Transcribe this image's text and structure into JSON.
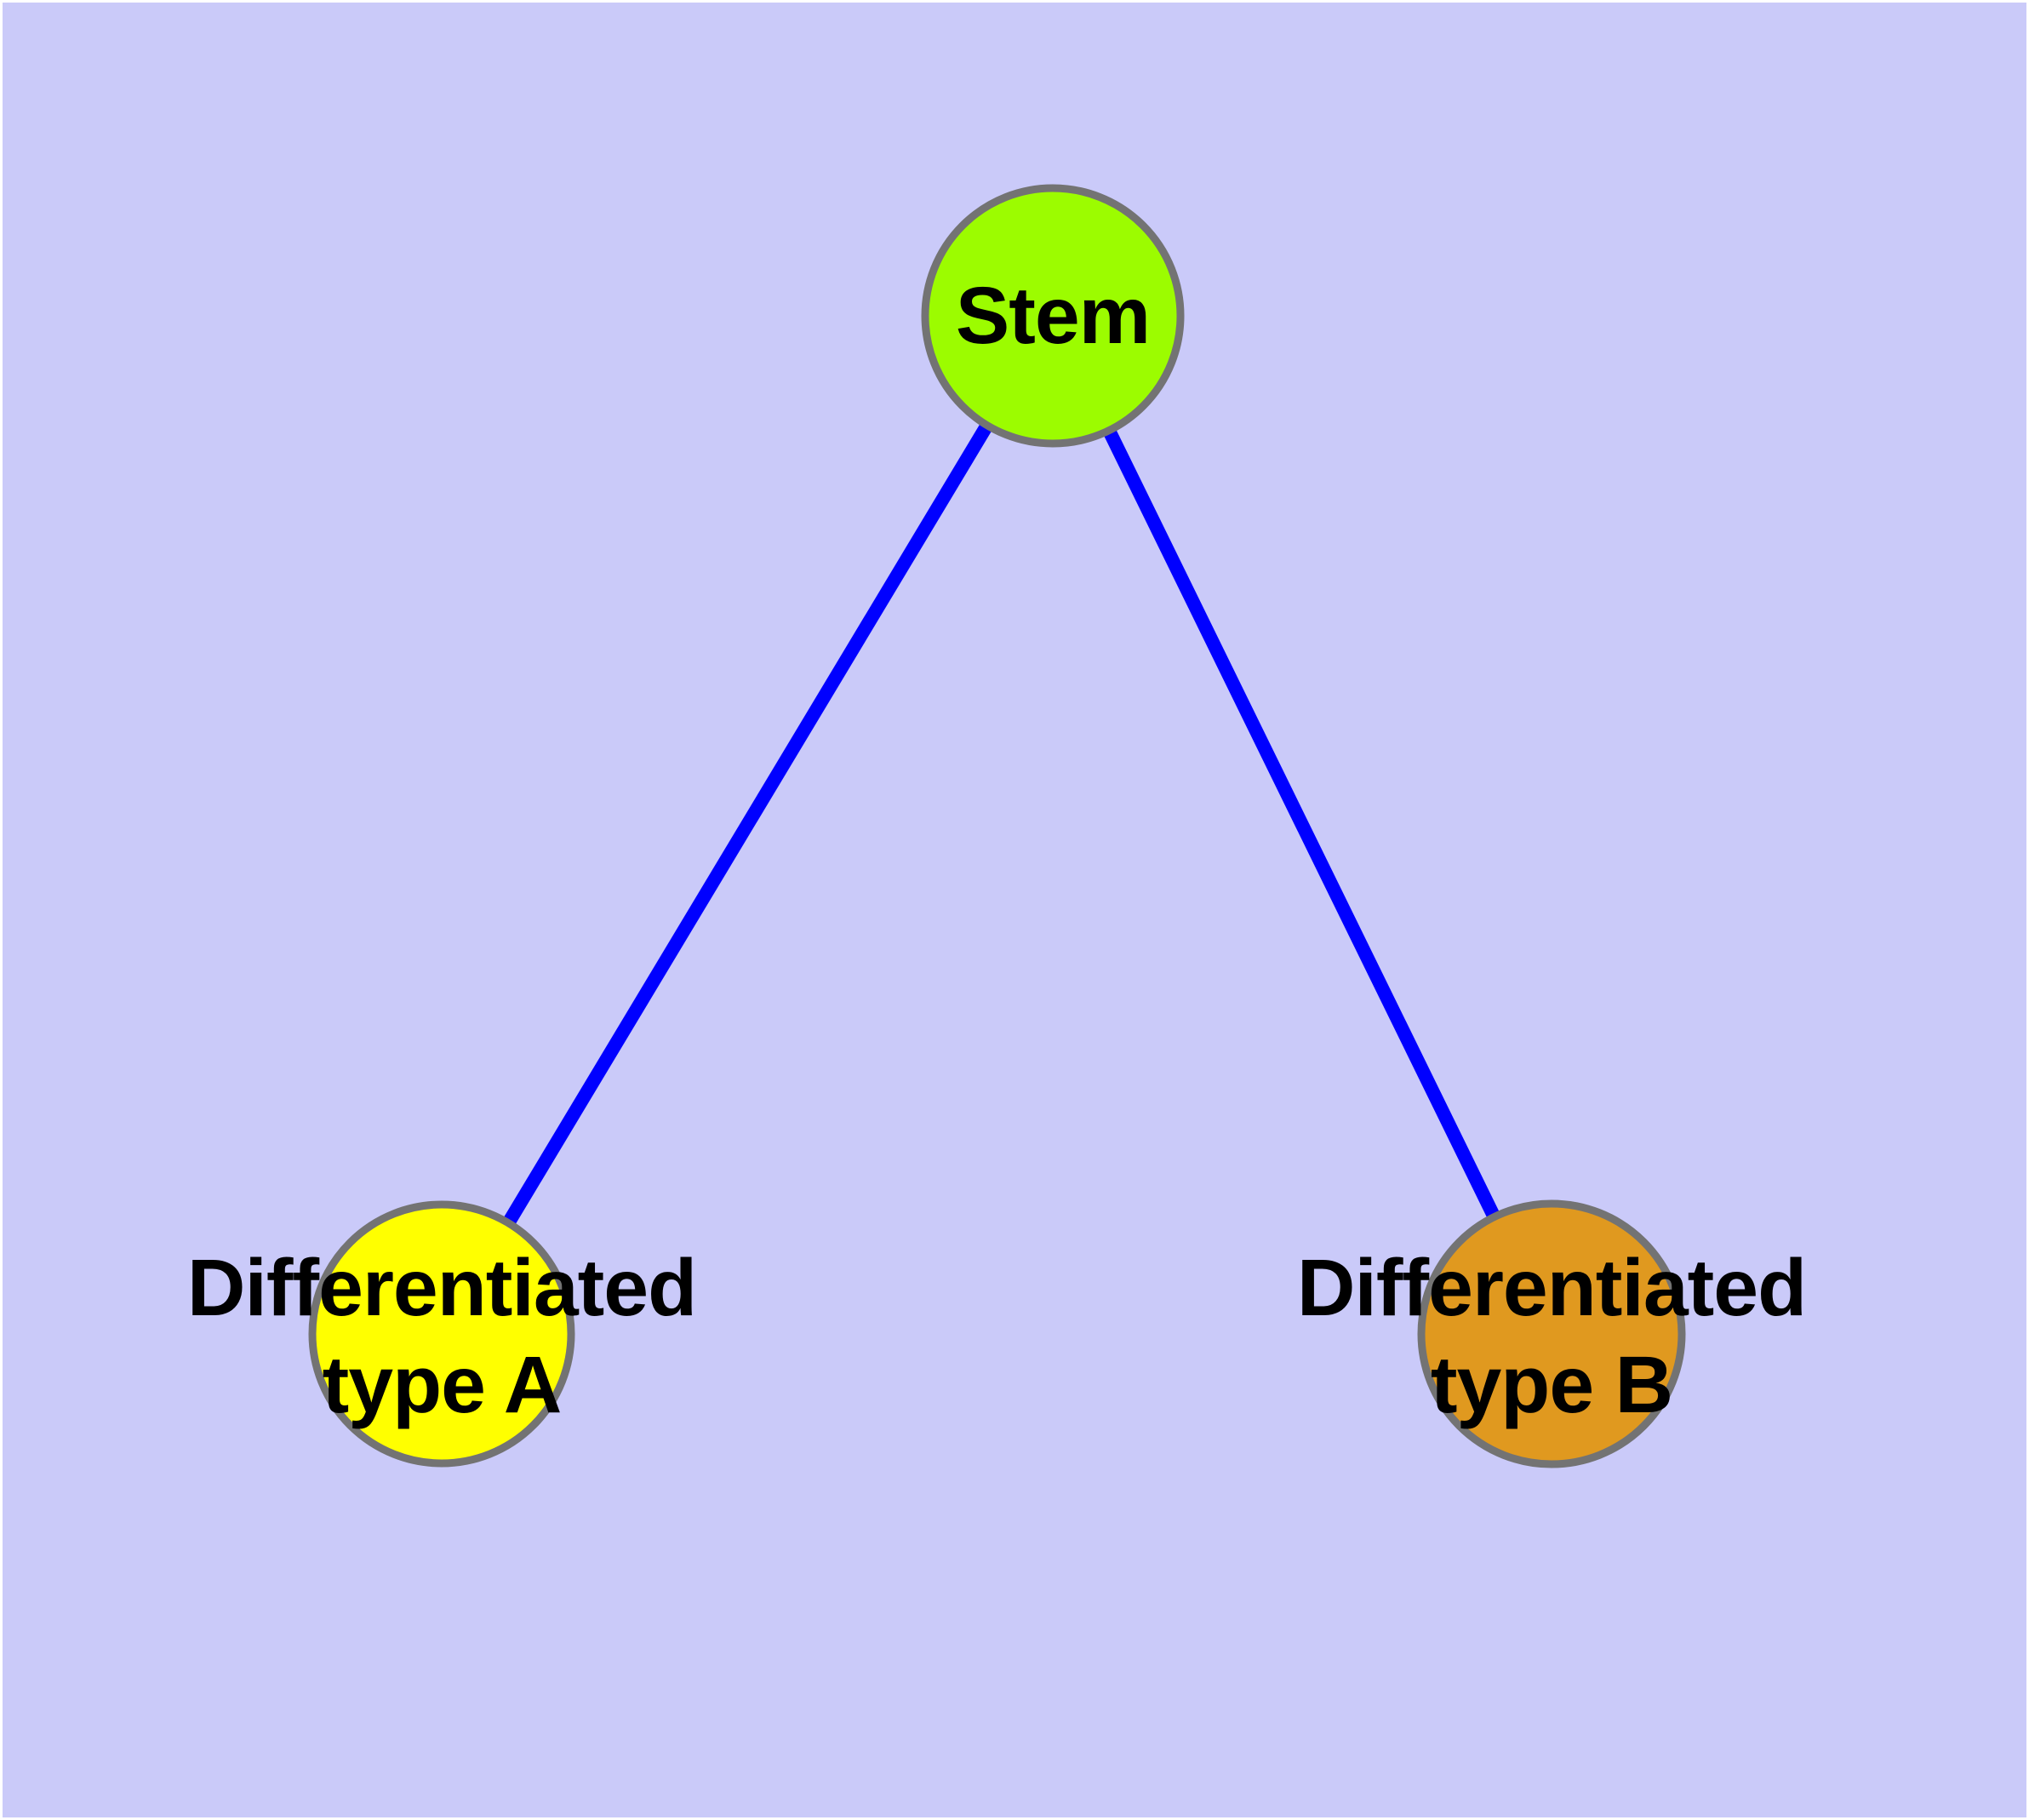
{
  "canvas": {
    "background_color": "#cacaf9",
    "border_color": "#ffffff"
  },
  "graph": {
    "type": "node-link-diagram",
    "edge_color": "#0000ff",
    "node_stroke_color": "#737373",
    "label_color": "#000000",
    "nodes": [
      {
        "id": "stem",
        "color": "#9cfc00",
        "label_lines": [
          "Stem"
        ]
      },
      {
        "id": "diff-a",
        "color": "#ffff00",
        "label_lines": [
          "Differentiated",
          "type A"
        ]
      },
      {
        "id": "diff-b",
        "color": "#e0991f",
        "label_lines": [
          "Differentiated",
          "type B"
        ]
      }
    ],
    "edges": [
      {
        "from": "stem",
        "to": "diff-a"
      },
      {
        "from": "stem",
        "to": "diff-b"
      }
    ]
  }
}
